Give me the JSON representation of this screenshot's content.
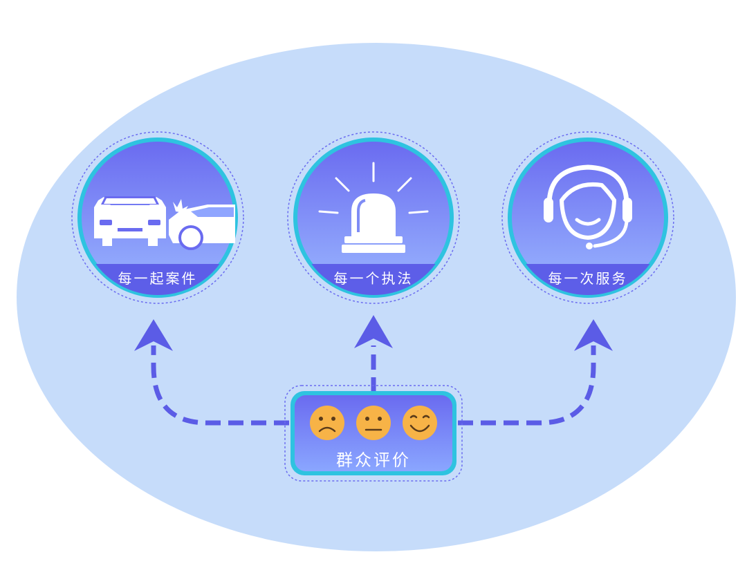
{
  "diagram": {
    "nodes": [
      {
        "id": "case",
        "label": "每一起案件",
        "icon": "car-collision-icon"
      },
      {
        "id": "enforcement",
        "label": "每一个执法",
        "icon": "siren-icon"
      },
      {
        "id": "service",
        "label": "每一次服务",
        "icon": "headset-agent-icon"
      }
    ],
    "center": {
      "label": "群众评价",
      "faces": [
        "sad-face-icon",
        "neutral-face-icon",
        "happy-face-icon"
      ]
    }
  },
  "colors": {
    "background_ellipse": "#c6dcfa",
    "node_fill_top": "#6a6bf0",
    "node_fill_bottom": "#8fb4ff",
    "node_ring": "#2ec3e0",
    "arrow": "#5b5ce6",
    "face": "#f7b347",
    "face_feature": "#5a3b1a"
  }
}
